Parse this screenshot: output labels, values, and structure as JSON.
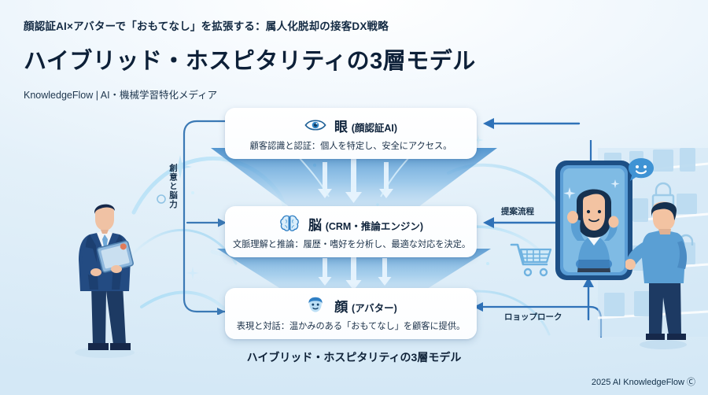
{
  "header": {
    "eyebrow": "顔認証AI×アバターで「おもてなし」を拡張する：属人化脱却の接客DX戦略",
    "title": "ハイブリッド・ホスピタリティの3層モデル",
    "brand": "KnowledgeFlow | AI・機械学習特化メディア"
  },
  "layers": [
    {
      "icon": "eye-icon",
      "title": "眼",
      "subtitle": "(顔認証AI)",
      "desc": "顧客認識と認証：個人を特定し、安全にアクセス。"
    },
    {
      "icon": "brain-icon",
      "title": "脳",
      "subtitle": "(CRM・推論エンジン)",
      "desc": "文脈理解と推論：履歴・嗜好を分析し、最適な対応を決定。"
    },
    {
      "icon": "face-avatar-icon",
      "title": "顔",
      "subtitle": "(アバター)",
      "desc": "表現と対話：温かみのある「おもてなし」を顧客に提供。"
    }
  ],
  "flow": {
    "left_vertical_label": "創意と脳力",
    "right_middle_label": "提案流程",
    "right_bottom_label": "ロョップローク"
  },
  "caption": "ハイブリッド・ホスピタリティの3層モデル",
  "footer": "2025 AI KnowledgeFlow Ⓒ",
  "colors": {
    "accent": "#2f72b8",
    "deep": "#0d2038",
    "card_bg": "#ffffff",
    "bg": "#d4e8f6"
  }
}
